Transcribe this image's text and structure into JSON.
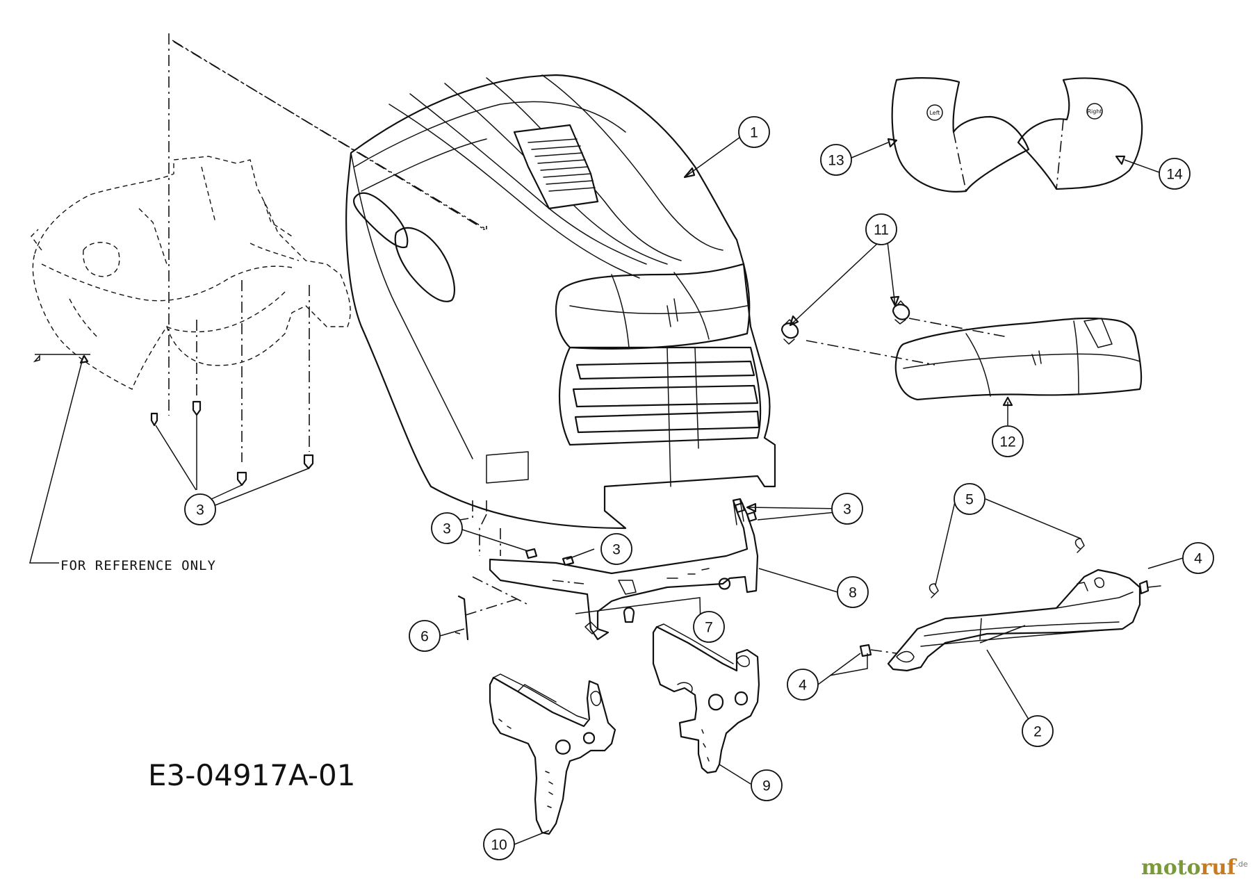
{
  "diagram": {
    "drawing_code": "E3-04917A-01",
    "reference_note": "FOR REFERENCE ONLY",
    "decal_left_text": "Left",
    "decal_right_text": "Right",
    "callouts": [
      {
        "id": "c1",
        "label": "1"
      },
      {
        "id": "c2",
        "label": "2"
      },
      {
        "id": "c3a",
        "label": "3"
      },
      {
        "id": "c3b",
        "label": "3"
      },
      {
        "id": "c3c",
        "label": "3"
      },
      {
        "id": "c3d",
        "label": "3"
      },
      {
        "id": "c4a",
        "label": "4"
      },
      {
        "id": "c4b",
        "label": "4"
      },
      {
        "id": "c5",
        "label": "5"
      },
      {
        "id": "c6",
        "label": "6"
      },
      {
        "id": "c7",
        "label": "7"
      },
      {
        "id": "c8",
        "label": "8"
      },
      {
        "id": "c9",
        "label": "9"
      },
      {
        "id": "c10",
        "label": "10"
      },
      {
        "id": "c11",
        "label": "11"
      },
      {
        "id": "c12",
        "label": "12"
      },
      {
        "id": "c13",
        "label": "13"
      },
      {
        "id": "c14",
        "label": "14"
      }
    ]
  },
  "watermark": {
    "part1": "moto",
    "part2": "ruf",
    "suffix": ".de"
  }
}
